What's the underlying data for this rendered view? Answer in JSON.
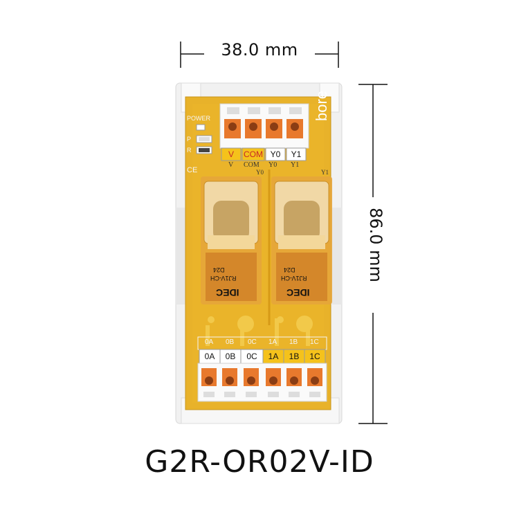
{
  "dimensions": {
    "width_label": "38.0 mm",
    "height_label": "86.0 mm"
  },
  "model": "G2R-OR02V-ID",
  "brand": "bore",
  "indicators": [
    "POWER",
    "P",
    "R"
  ],
  "ce_mark": "CE",
  "top_terminals": [
    {
      "label": "V",
      "silk": "V"
    },
    {
      "label": "COM",
      "silk": "COM"
    },
    {
      "label": "Y0",
      "silk": "Y0"
    },
    {
      "label": "Y1",
      "silk": "Y1"
    }
  ],
  "relay_silk": [
    "Y0",
    "Y1"
  ],
  "relays": [
    {
      "brand": "IDEC",
      "model": "RJ1V-CH",
      "coil": "D24"
    },
    {
      "brand": "IDEC",
      "model": "RJ1V-CH",
      "coil": "D24"
    }
  ],
  "bottom_terminals": [
    {
      "label": "0A",
      "silk": "0A"
    },
    {
      "label": "0B",
      "silk": "0B"
    },
    {
      "label": "0C",
      "silk": "0C"
    },
    {
      "label": "1A",
      "silk": "1A"
    },
    {
      "label": "1B",
      "silk": "1B"
    },
    {
      "label": "1C",
      "silk": "1C"
    }
  ],
  "colors": {
    "pcb": "#e8b22a",
    "pcb_edge": "#d9a11c",
    "terminal_orange": "#e8792d",
    "label_yellow": "#f5c21b",
    "housing_white": "#f2f2f2",
    "relay_amber": "#e6a53a"
  }
}
